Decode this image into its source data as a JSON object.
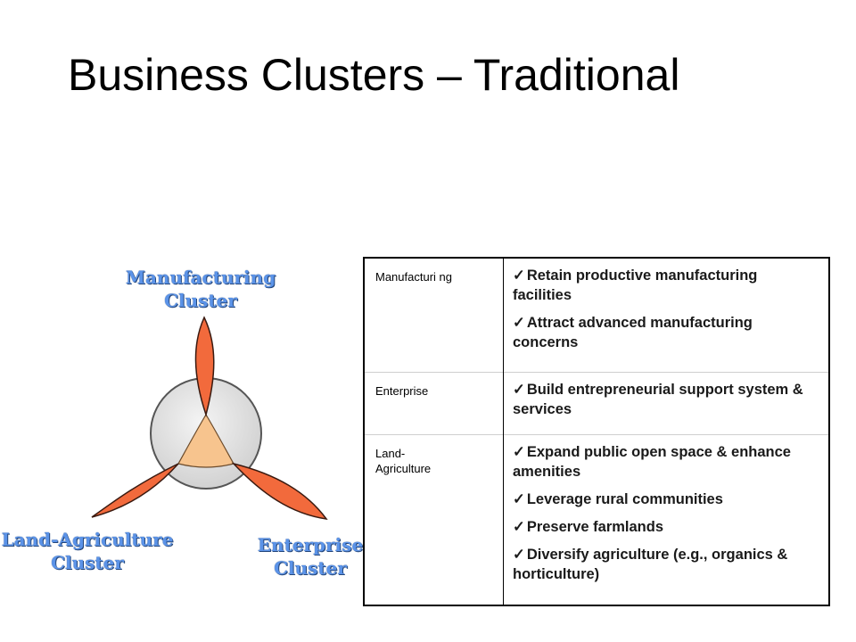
{
  "title": "Business Clusters – Traditional",
  "diagram": {
    "labels": {
      "manufacturing": [
        "Manufacturing",
        "Cluster"
      ],
      "land": [
        "Land-Agriculture",
        "Cluster"
      ],
      "enterprise": [
        "Enterprise",
        "Cluster"
      ]
    },
    "colors": {
      "petal_fill": "#f26a3c",
      "petal_stroke": "#3a1a10",
      "circle_fill": "#e6e6e6",
      "core_fill": "#f7c48e",
      "label_text": "#5b93e8"
    }
  },
  "table": {
    "check_icon": "✓",
    "rows": [
      {
        "name": "Manufacturi ng",
        "items": [
          "Retain productive manufacturing facilities",
          "Attract advanced manufacturing concerns"
        ]
      },
      {
        "name": "Enterprise",
        "items": [
          "Build entrepreneurial support system & services"
        ]
      },
      {
        "name": "Land-\nAgriculture",
        "items": [
          "Expand public open space & enhance amenities",
          "Leverage rural communities",
          "Preserve farmlands",
          "Diversify agriculture (e.g., organics & horticulture)"
        ]
      }
    ]
  }
}
